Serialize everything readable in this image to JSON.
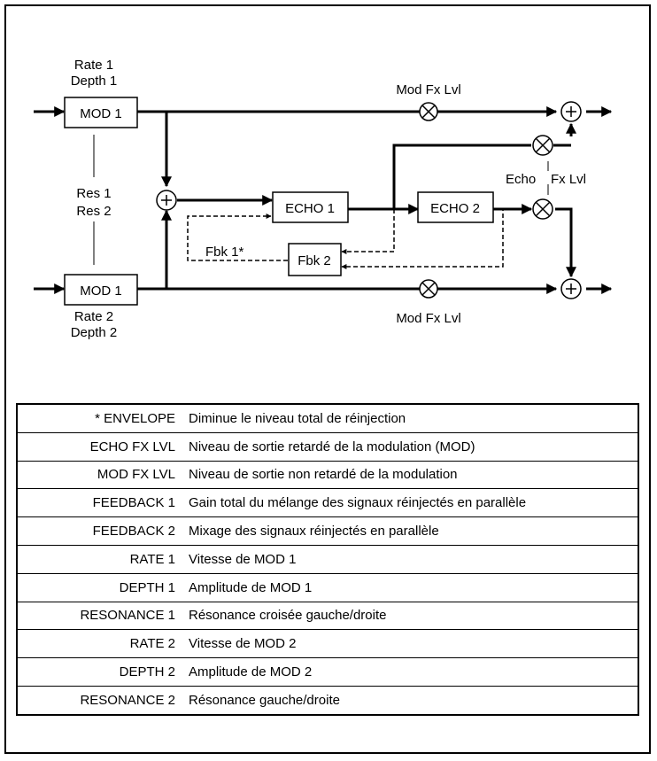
{
  "diagram": {
    "blocks": {
      "mod_top": "MOD 1",
      "mod_bottom": "MOD 1",
      "echo1": "ECHO 1",
      "echo2": "ECHO 2",
      "fbk2": "Fbk 2"
    },
    "labels": {
      "rate1": "Rate 1",
      "depth1": "Depth 1",
      "res1": "Res 1",
      "res2": "Res 2",
      "rate2": "Rate 2",
      "depth2": "Depth 2",
      "mod_fx_lvl_top": "Mod Fx Lvl",
      "mod_fx_lvl_bottom": "Mod Fx Lvl",
      "echo_word": "Echo",
      "fx_lvl_word": "Fx Lvl",
      "fbk1": "Fbk 1*"
    }
  },
  "table": {
    "rows": [
      {
        "key": "* ENVELOPE",
        "value": "Diminue le niveau total de réinjection"
      },
      {
        "key": "ECHO FX LVL",
        "value": "Niveau de sortie retardé de la modulation (MOD)"
      },
      {
        "key": "MOD FX LVL",
        "value": "Niveau de sortie non retardé de la modulation"
      },
      {
        "key": "FEEDBACK 1",
        "value": "Gain total du mélange des signaux réinjectés en parallèle"
      },
      {
        "key": "FEEDBACK 2",
        "value": "Mixage des signaux réinjectés en parallèle"
      },
      {
        "key": "RATE 1",
        "value": "Vitesse de MOD 1"
      },
      {
        "key": "DEPTH 1",
        "value": "Amplitude de MOD 1"
      },
      {
        "key": "RESONANCE 1",
        "value": "Résonance croisée gauche/droite"
      },
      {
        "key": "RATE 2",
        "value": "Vitesse de MOD 2"
      },
      {
        "key": "DEPTH 2",
        "value": "Amplitude de MOD 2"
      },
      {
        "key": "RESONANCE 2",
        "value": "Résonance gauche/droite"
      }
    ]
  }
}
